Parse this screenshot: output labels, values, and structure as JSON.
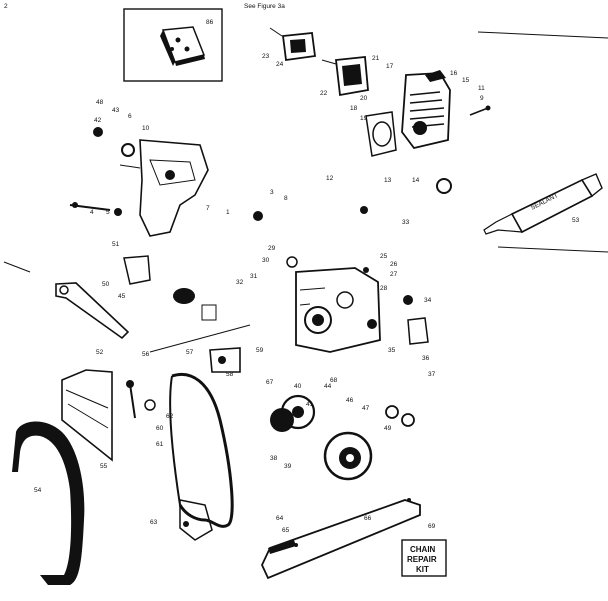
{
  "callouts": {
    "c1": "2",
    "c2": "86",
    "c3": "23",
    "c4": "24",
    "c5": "22",
    "c6": "21",
    "c7": "17",
    "c8": "18",
    "c9": "19",
    "c10": "20",
    "c11": "16",
    "c12": "15",
    "c13": "11",
    "c14": "9",
    "c15": "13",
    "c16": "48",
    "c17": "43",
    "c18": "6",
    "c19": "42",
    "c20": "10",
    "c21": "12",
    "c22": "14",
    "c23": "33",
    "c24": "4",
    "c25": "5",
    "c26": "7",
    "c27": "1",
    "c28": "3",
    "c29": "8",
    "c30": "51",
    "c31": "50",
    "c32": "45",
    "c33": "25",
    "c34": "26",
    "c35": "27",
    "c36": "28",
    "c37": "29",
    "c38": "30",
    "c39": "31",
    "c40": "32",
    "c41": "34",
    "c42": "35",
    "c43": "36",
    "c44": "37",
    "c45": "38",
    "c46": "39",
    "c47": "40",
    "c48": "41",
    "c49": "44",
    "c50": "46",
    "c51": "47",
    "c52": "49",
    "c53": "52",
    "c54": "53",
    "c55": "54",
    "c56": "55",
    "c57": "56",
    "c58": "57",
    "c59": "58",
    "c60": "59",
    "c61": "60",
    "c62": "61",
    "c63": "62",
    "c64": "63",
    "c65": "64",
    "c66": "65",
    "c67": "66",
    "c68": "67",
    "c69": "68",
    "c70": "69"
  },
  "sealant_tube": {
    "label": "SEALANT"
  },
  "kit_box": {
    "line1": "CHAIN",
    "line2": "REPAIR",
    "line3": "KIT"
  },
  "inset_header": "See Figure 3a"
}
